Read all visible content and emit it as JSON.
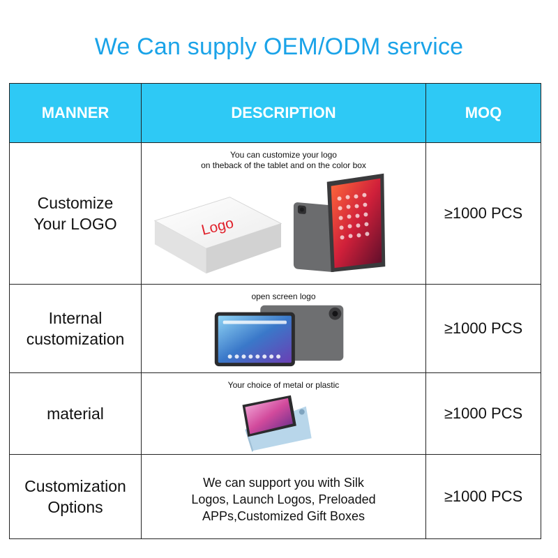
{
  "title": "We Can supply OEM/ODM service",
  "headers": {
    "manner": "MANNER",
    "description": "DESCRIPTION",
    "moq": "MOQ"
  },
  "rows": [
    {
      "manner_lines": [
        "Customize",
        "Your LOGO"
      ],
      "caption_lines": [
        "You can customize your logo",
        "on theback of the tablet and on the color box"
      ],
      "box_logo": "Logo",
      "moq": "≥1000 PCS"
    },
    {
      "manner_lines": [
        "Internal",
        "customization"
      ],
      "caption_lines": [
        "open screen logo"
      ],
      "moq": "≥1000 PCS"
    },
    {
      "manner_lines": [
        "material"
      ],
      "caption_lines": [
        "Your choice of metal or plastic"
      ],
      "moq": "≥1000 PCS"
    },
    {
      "manner_lines": [
        "Customization",
        "Options"
      ],
      "description_lines": [
        "We can support you with Silk",
        "Logos, Launch Logos, Preloaded",
        "APPs,Customized Gift Boxes"
      ],
      "moq": "≥1000 PCS"
    }
  ],
  "colors": {
    "title": "#1aa3e8",
    "header_bg": "#2ec9f5",
    "header_text": "#ffffff",
    "logo_red": "#e0202a"
  },
  "images": {
    "row1": [
      "white-gift-box",
      "tablet-back-gray",
      "tablet-front-red-wallpaper"
    ],
    "row2": [
      "tablet-front-blue-screen",
      "tablet-back-gray"
    ],
    "row3": [
      "tablet-front-pink-screen",
      "tablet-back-light-blue"
    ]
  }
}
